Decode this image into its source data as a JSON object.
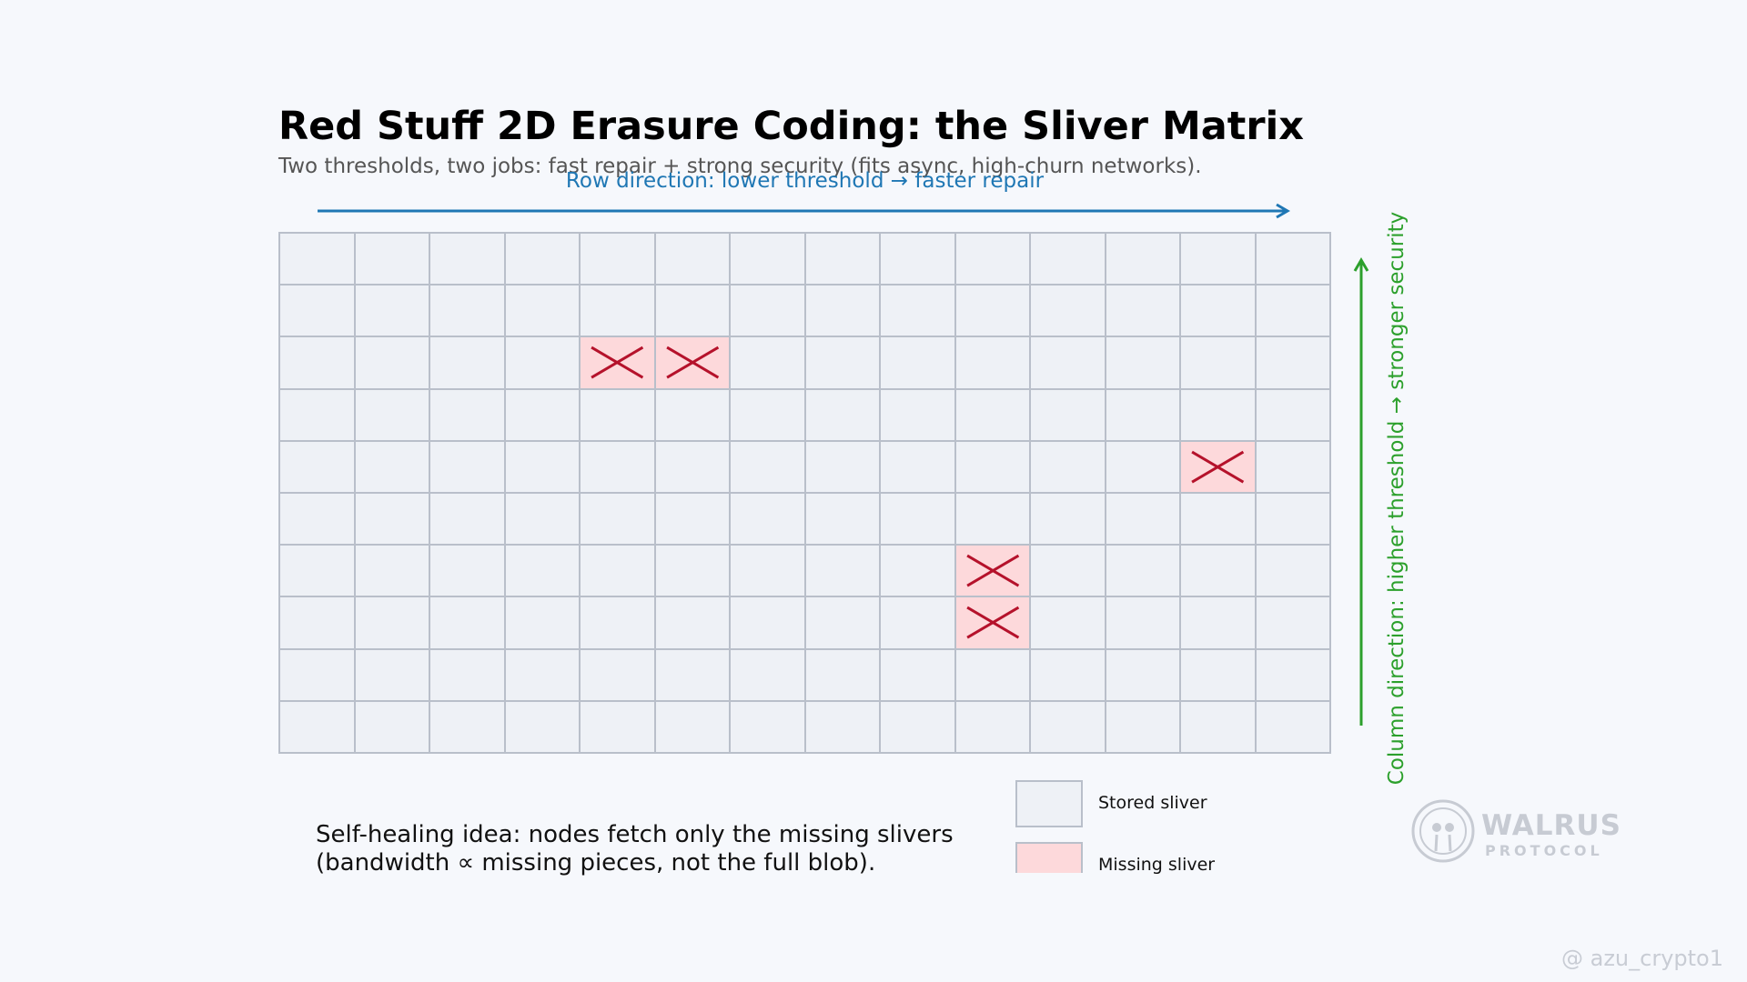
{
  "title": "Red Stuff 2D Erasure Coding: the Sliver Matrix",
  "subtitle": "Two thresholds, two jobs: fast repair + strong security (fits async, high-churn networks).",
  "row_direction_label": "Row direction: lower threshold → faster repair",
  "column_direction_label": "Column direction: higher threshold → stronger security",
  "matrix": {
    "rows": 10,
    "cols": 14,
    "missing_cells": [
      [
        2,
        4
      ],
      [
        2,
        5
      ],
      [
        4,
        12
      ],
      [
        6,
        9
      ],
      [
        7,
        9
      ]
    ]
  },
  "note_lines": [
    "Self-healing idea: nodes fetch only the missing slivers",
    "(bandwidth ∝ missing pieces, not the full blob)."
  ],
  "legend": {
    "stored": "Stored sliver",
    "missing": "Missing sliver"
  },
  "logo": {
    "name": "WALRUS",
    "sub": "PROTOCOL"
  },
  "watermark": "@ azu_crypto1",
  "colors": {
    "stored_fill": "#eef1f6",
    "missing_fill": "#fdd9db",
    "cross": "#b5122b",
    "row_arrow": "#1f77b4",
    "column_arrow": "#2ca02c"
  }
}
